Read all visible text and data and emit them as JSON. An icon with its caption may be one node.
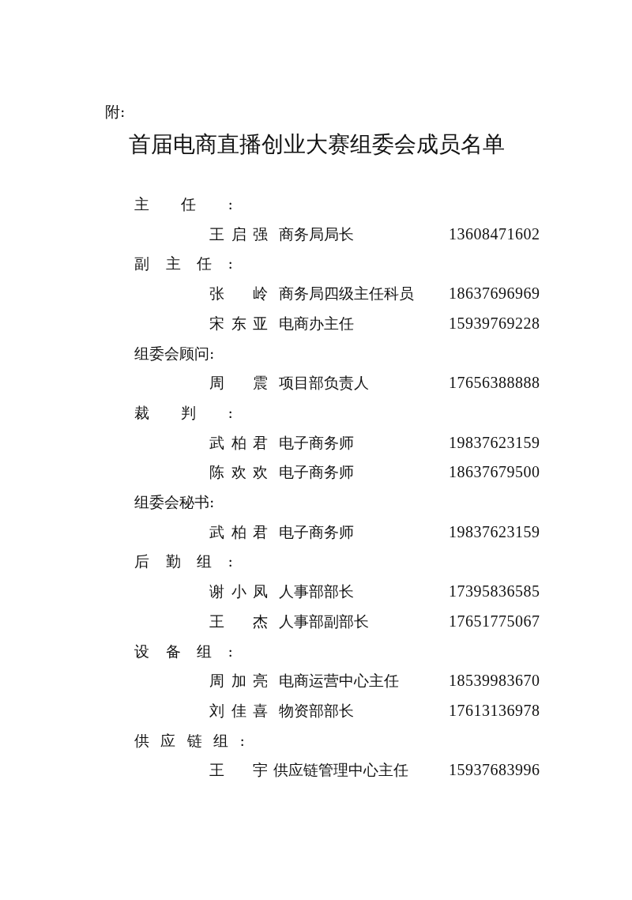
{
  "diagram": {
    "title": "首届电商直播创业大赛组委会成员名单",
    "labels": [
      "附:",
      "主任:",
      "王启强",
      "商务局局长",
      "13608471602",
      "副主任:",
      "张岭",
      "商务局四级主任科员",
      "18637696969",
      "宋东亚",
      "电商办主任",
      "15939769228",
      "组委会顾问:",
      "周震",
      "项目部负责人",
      "17656388888",
      "裁判:",
      "武柏君",
      "电子商务师",
      "19837623159",
      "陈欢欢",
      "电子商务师",
      "18637679500",
      "组委会秘书:",
      "武柏君",
      "电子商务师",
      "19837623159",
      "后勤组:",
      "谢小凤",
      "人事部部长",
      "17395836585",
      "王杰",
      "人事部副部长",
      "17651775067",
      "设备组:",
      "周加亮",
      "电商运营中心主任",
      "18539983670",
      "刘佳喜",
      "物资部部长",
      "17613136978",
      "供应链组:",
      "王宇",
      "供应链管理中心主任",
      "15937683996"
    ]
  }
}
